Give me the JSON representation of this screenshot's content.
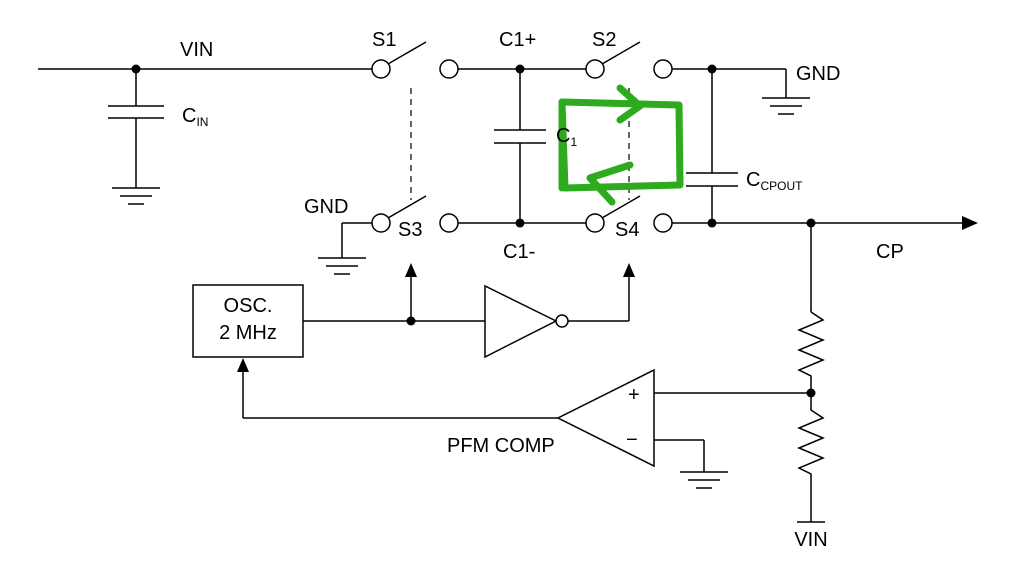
{
  "labels": {
    "vin_top": "VIN",
    "vin_bottom": "VIN",
    "s1": "S1",
    "s2": "S2",
    "s3": "S3",
    "s4": "S4",
    "c1_plus": "C1+",
    "c1_minus": "C1-",
    "gnd_right": "GND",
    "gnd_left": "GND",
    "cin_main": "C",
    "cin_sub": "IN",
    "c1_main": "C",
    "c1_sub": "1",
    "ccpout_main": "C",
    "ccpout_sub": "CPOUT",
    "cp": "CP",
    "osc_line1": "OSC.",
    "osc_line2": "2 MHz",
    "pfm_comp": "PFM COMP",
    "plus": "+",
    "minus": "−"
  },
  "colors": {
    "wire": "#000000",
    "annotation": "#2eaa1e"
  }
}
